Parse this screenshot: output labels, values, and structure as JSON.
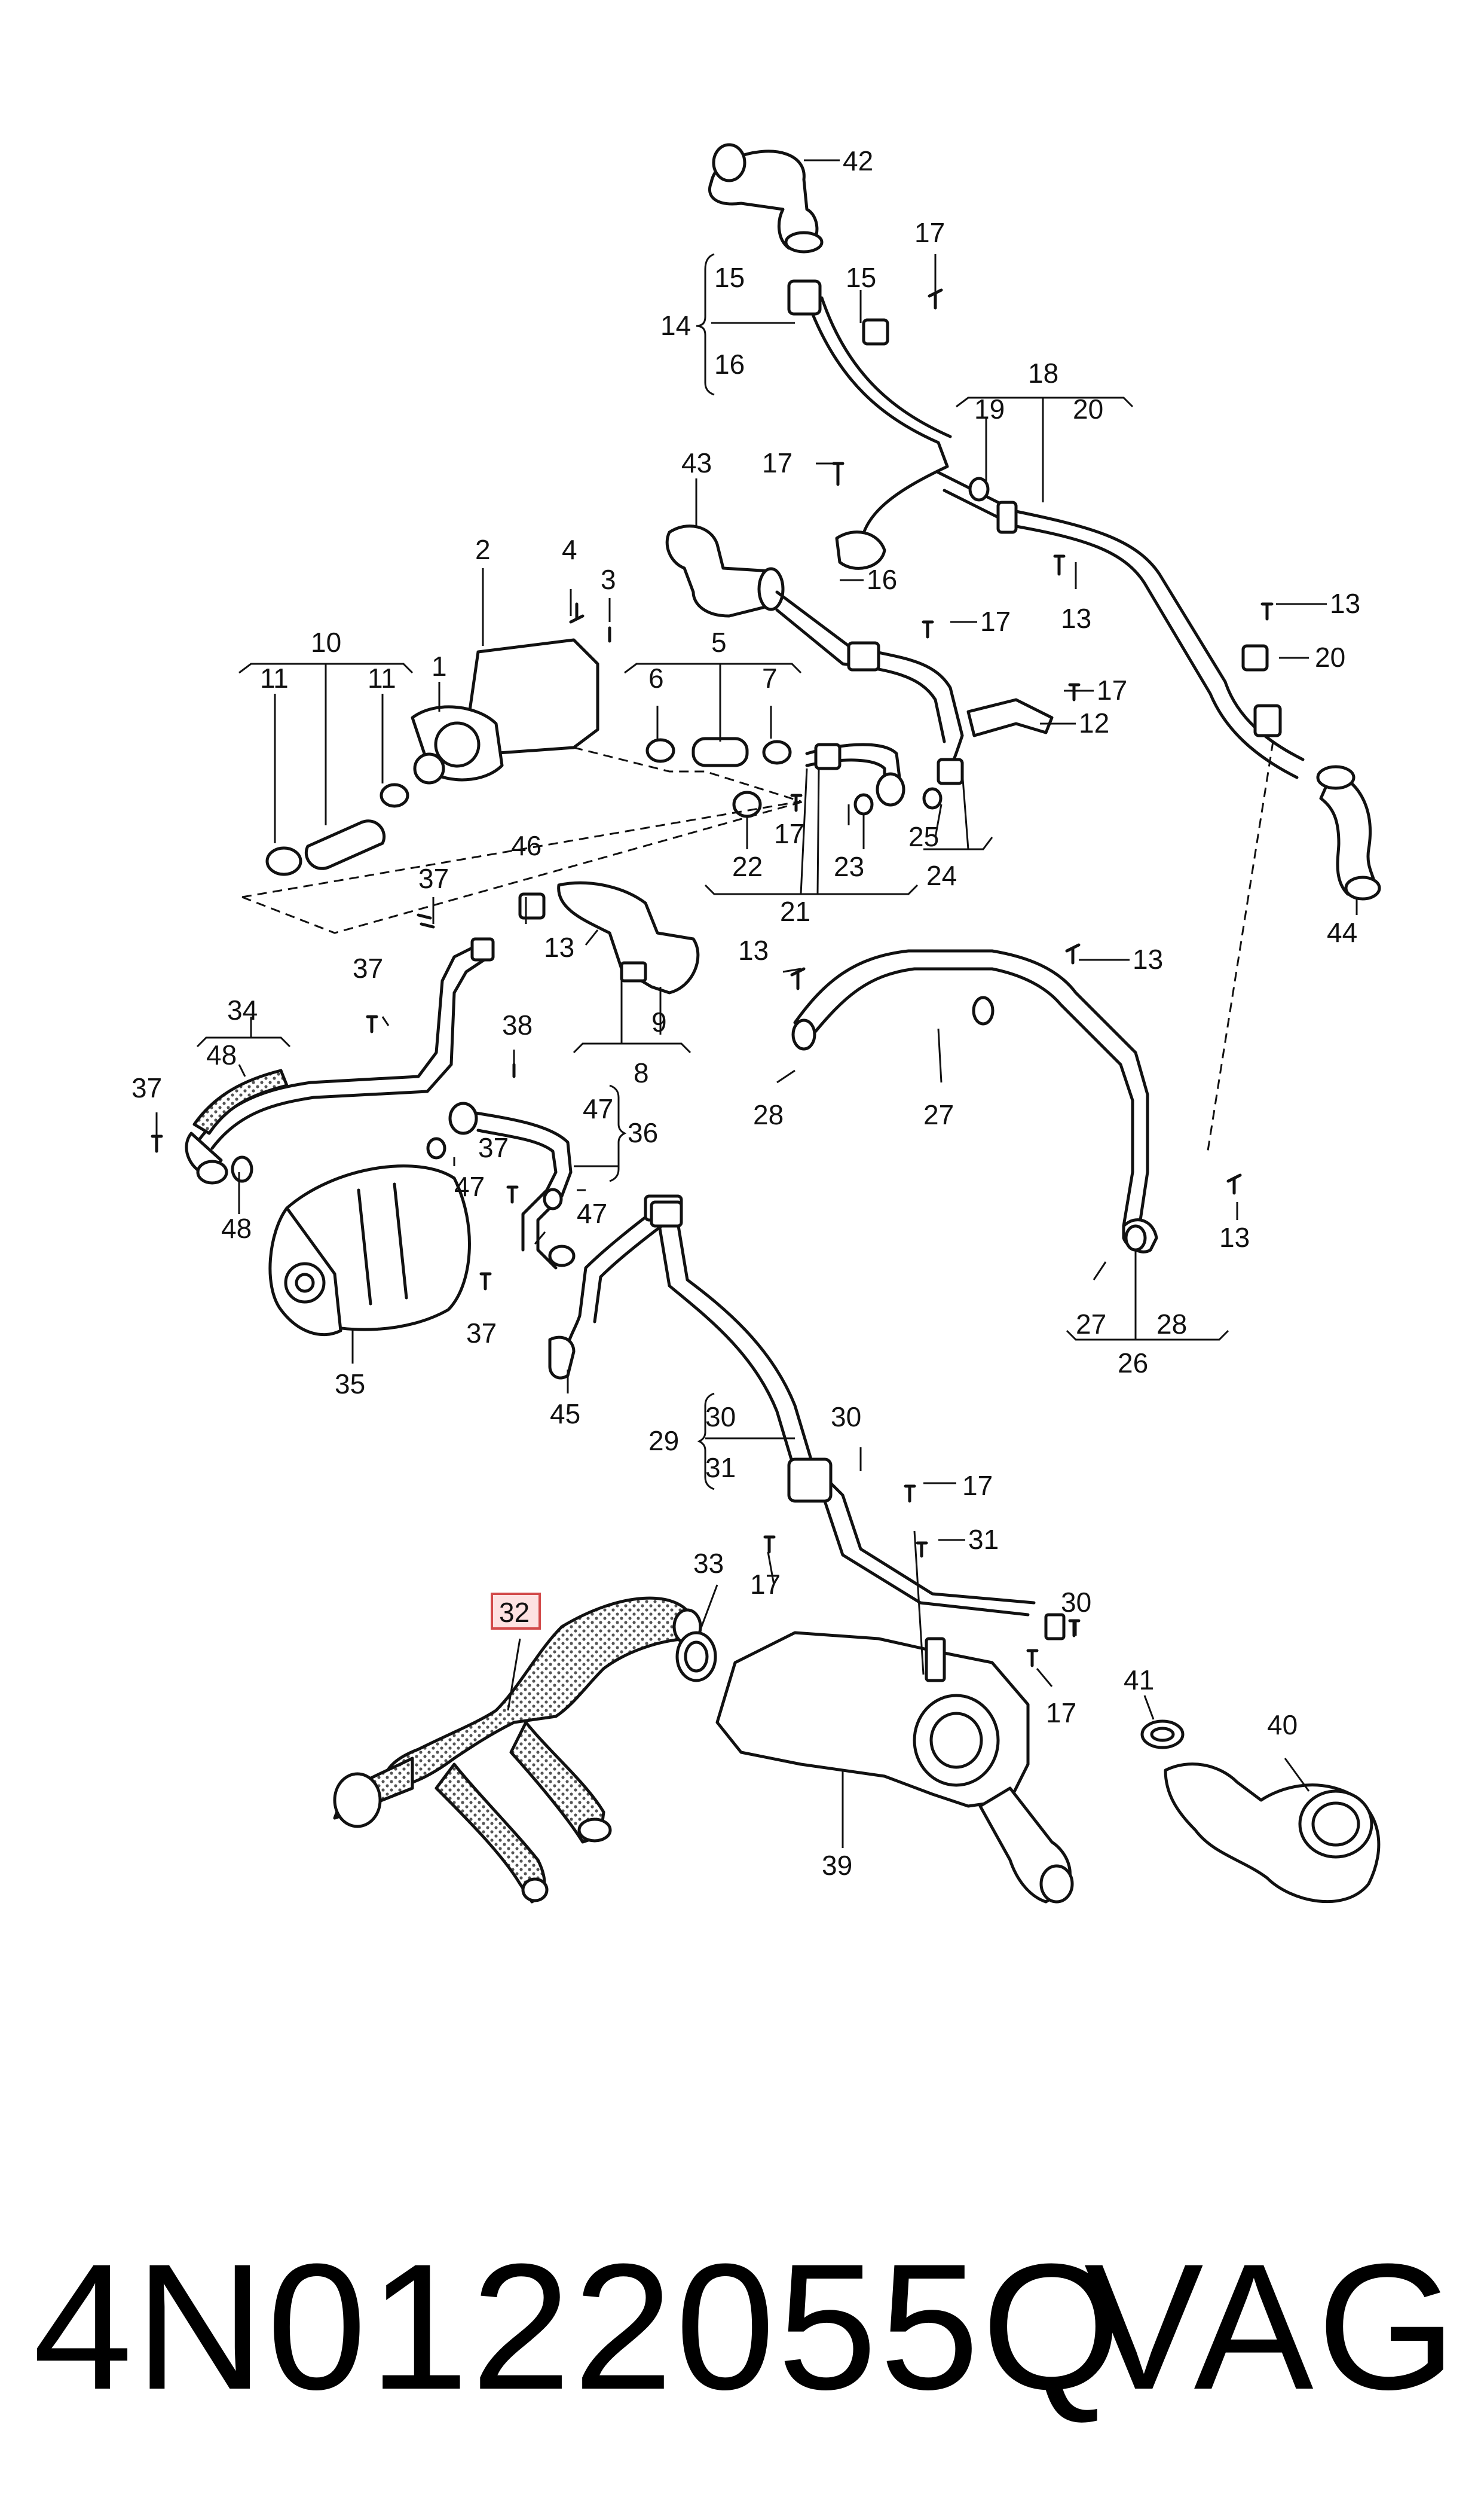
{
  "diagram": {
    "callouts": [
      {
        "id": "c42",
        "label": "42"
      },
      {
        "id": "c17a",
        "label": "17"
      },
      {
        "id": "c15a",
        "label": "15"
      },
      {
        "id": "c15b",
        "label": "15"
      },
      {
        "id": "c14",
        "label": "14"
      },
      {
        "id": "c16a",
        "label": "16"
      },
      {
        "id": "c18",
        "label": "18"
      },
      {
        "id": "c19",
        "label": "19"
      },
      {
        "id": "c20a",
        "label": "20"
      },
      {
        "id": "c43",
        "label": "43"
      },
      {
        "id": "c17b",
        "label": "17"
      },
      {
        "id": "c16b",
        "label": "16"
      },
      {
        "id": "c13a",
        "label": "13"
      },
      {
        "id": "c13b",
        "label": "13"
      },
      {
        "id": "c20b",
        "label": "20"
      },
      {
        "id": "c2",
        "label": "2"
      },
      {
        "id": "c4",
        "label": "4"
      },
      {
        "id": "c3",
        "label": "3"
      },
      {
        "id": "c17c",
        "label": "17"
      },
      {
        "id": "c10",
        "label": "10"
      },
      {
        "id": "c1",
        "label": "1"
      },
      {
        "id": "c5",
        "label": "5"
      },
      {
        "id": "c11a",
        "label": "11"
      },
      {
        "id": "c11b",
        "label": "11"
      },
      {
        "id": "c6",
        "label": "6"
      },
      {
        "id": "c7",
        "label": "7"
      },
      {
        "id": "c17d",
        "label": "17"
      },
      {
        "id": "c12",
        "label": "12"
      },
      {
        "id": "c17e",
        "label": "17"
      },
      {
        "id": "c25",
        "label": "25"
      },
      {
        "id": "c22",
        "label": "22"
      },
      {
        "id": "c23",
        "label": "23"
      },
      {
        "id": "c24",
        "label": "24"
      },
      {
        "id": "c21",
        "label": "21"
      },
      {
        "id": "c44",
        "label": "44"
      },
      {
        "id": "c46",
        "label": "46"
      },
      {
        "id": "c37a",
        "label": "37"
      },
      {
        "id": "c13c",
        "label": "13"
      },
      {
        "id": "c37b",
        "label": "37"
      },
      {
        "id": "c9",
        "label": "9"
      },
      {
        "id": "c8",
        "label": "8"
      },
      {
        "id": "c13d",
        "label": "13"
      },
      {
        "id": "c13e",
        "label": "13"
      },
      {
        "id": "c34",
        "label": "34"
      },
      {
        "id": "c48a",
        "label": "48"
      },
      {
        "id": "c38",
        "label": "38"
      },
      {
        "id": "c37c",
        "label": "37"
      },
      {
        "id": "c47a",
        "label": "47"
      },
      {
        "id": "c36",
        "label": "36"
      },
      {
        "id": "c37d",
        "label": "37"
      },
      {
        "id": "c47b",
        "label": "47"
      },
      {
        "id": "c28a",
        "label": "28"
      },
      {
        "id": "c27a",
        "label": "27"
      },
      {
        "id": "c48b",
        "label": "48"
      },
      {
        "id": "c47c",
        "label": "47"
      },
      {
        "id": "c13f",
        "label": "13"
      },
      {
        "id": "c37e",
        "label": "37"
      },
      {
        "id": "c27b",
        "label": "27"
      },
      {
        "id": "c28b",
        "label": "28"
      },
      {
        "id": "c26",
        "label": "26"
      },
      {
        "id": "c35",
        "label": "35"
      },
      {
        "id": "c45",
        "label": "45"
      },
      {
        "id": "c29",
        "label": "29"
      },
      {
        "id": "c30a",
        "label": "30"
      },
      {
        "id": "c30b",
        "label": "30"
      },
      {
        "id": "c31a",
        "label": "31"
      },
      {
        "id": "c17f",
        "label": "17"
      },
      {
        "id": "c33",
        "label": "33"
      },
      {
        "id": "c31b",
        "label": "31"
      },
      {
        "id": "c30c",
        "label": "30"
      },
      {
        "id": "c32",
        "label": "32"
      },
      {
        "id": "c17g",
        "label": "17"
      },
      {
        "id": "c41",
        "label": "41"
      },
      {
        "id": "c17h",
        "label": "17"
      },
      {
        "id": "c40",
        "label": "40"
      },
      {
        "id": "c39",
        "label": "39"
      }
    ],
    "highlighted_part": "32"
  },
  "footer": {
    "part_number": "4N0122055Q",
    "brand": "VAG"
  }
}
